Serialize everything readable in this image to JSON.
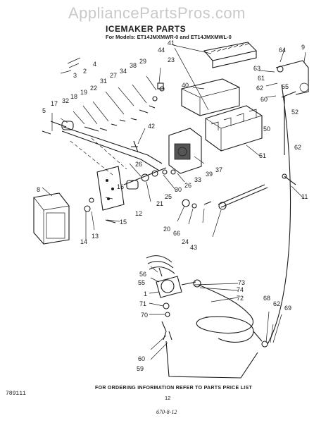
{
  "watermark": "AppliancePartsPros.com",
  "title": "ICEMAKER PARTS",
  "subtitle": "For Models: ET14JMXMWR-0 and ET14JMXMWL-0",
  "footer": {
    "catalog_number": "789111",
    "ordering_note": "FOR ORDERING INFORMATION REFER TO PARTS PRICE LIST",
    "page_number": "12",
    "handwritten_note": "670-8-12"
  },
  "callouts": [
    "41",
    "44",
    "4",
    "2",
    "3",
    "64",
    "9",
    "23",
    "29",
    "38",
    "34",
    "27",
    "31",
    "22",
    "19",
    "18",
    "17",
    "32",
    "5",
    "63",
    "61",
    "65",
    "62",
    "60",
    "52",
    "40",
    "50",
    "42",
    "26",
    "51",
    "39",
    "37",
    "33",
    "26",
    "30",
    "25",
    "21",
    "8",
    "16",
    "12",
    "15",
    "13",
    "14",
    "20",
    "66",
    "24",
    "43",
    "11",
    "62",
    "56",
    "55",
    "1",
    "71",
    "70",
    "73",
    "74",
    "72",
    "68",
    "62",
    "69",
    "60",
    "59"
  ]
}
